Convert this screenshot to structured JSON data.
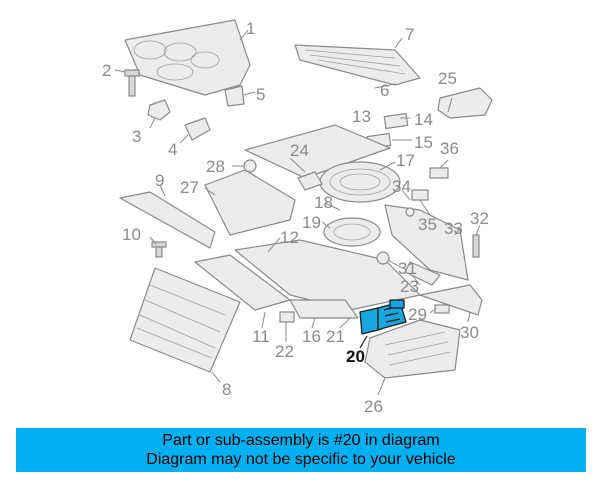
{
  "diagram": {
    "callouts": [
      "1",
      "2",
      "3",
      "4",
      "5",
      "6",
      "7",
      "8",
      "9",
      "10",
      "11",
      "12",
      "13",
      "14",
      "15",
      "16",
      "17",
      "18",
      "19",
      "20",
      "21",
      "22",
      "23",
      "24",
      "25",
      "26",
      "27",
      "28",
      "29",
      "30",
      "31",
      "32",
      "33",
      "34",
      "35",
      "36"
    ],
    "highlighted_part": "20"
  },
  "banner": {
    "line1": "Part or sub-assembly is #20 in diagram",
    "line2": "Diagram may not be specific to your vehicle",
    "color": "#00b0f0"
  },
  "colors": {
    "highlight": "#18a6e0",
    "line_art": "#8a8a8a"
  }
}
